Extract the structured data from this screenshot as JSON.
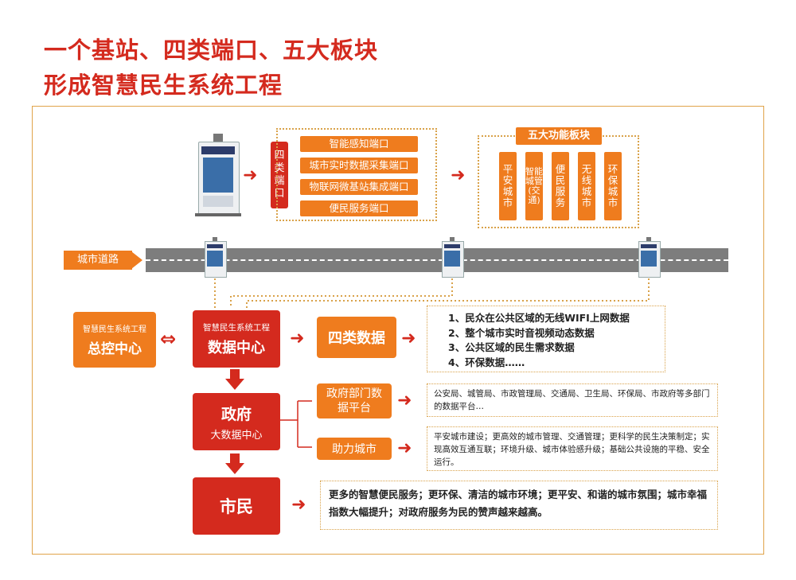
{
  "title": {
    "line1": "一个基站、四类端口、五大板块",
    "line2": "形成智慧民生系统工程"
  },
  "ports": {
    "label": "四类端口",
    "items": [
      "智能感知端口",
      "城市实时数据采集端口",
      "物联网微基站集成端口",
      "便民服务端口"
    ]
  },
  "modules": {
    "title": "五大功能板块",
    "items": [
      "平安城市",
      "智能城管(交通)",
      "便民服务",
      "无线城市",
      "环保城市"
    ]
  },
  "road": {
    "label": "城市道路"
  },
  "control_center": {
    "line1": "智慧民生系统工程",
    "line2": "总控中心"
  },
  "data_center": {
    "line1": "智慧民生系统工程",
    "line2": "数据中心"
  },
  "four_data": {
    "label": "四类数据",
    "items": [
      "1、民众在公共区域的无线WIFI上网数据",
      "2、整个城市实时音视频动态数据",
      "3、公共区域的民生需求数据",
      "4、环保数据……"
    ]
  },
  "gov_center": {
    "line1": "政府",
    "line2": "大数据中心"
  },
  "gov_platform": {
    "label": "政府部门数据平台",
    "text": "公安局、城管局、市政管理局、交通局、卫生局、环保局、市政府等多部门的数据平台…"
  },
  "help_city": {
    "label": "助力城市",
    "text": "平安城市建设；更高效的城市管理、交通管理；更科学的民生决策制定；实现高效互通互联；环境升级、城市体验感升级；基础公共设施的平稳、安全运行。"
  },
  "citizens": {
    "label": "市民",
    "text": "更多的智慧便民服务；更环保、清洁的城市环境；更平安、和谐的城市氛围；城市幸福指数大幅提升；对政府服务为民的赞声越来越高。"
  },
  "colors": {
    "red": "#d42a1e",
    "orange": "#ef7c1e",
    "border": "#d9a24a",
    "road": "#7d7d7d"
  }
}
